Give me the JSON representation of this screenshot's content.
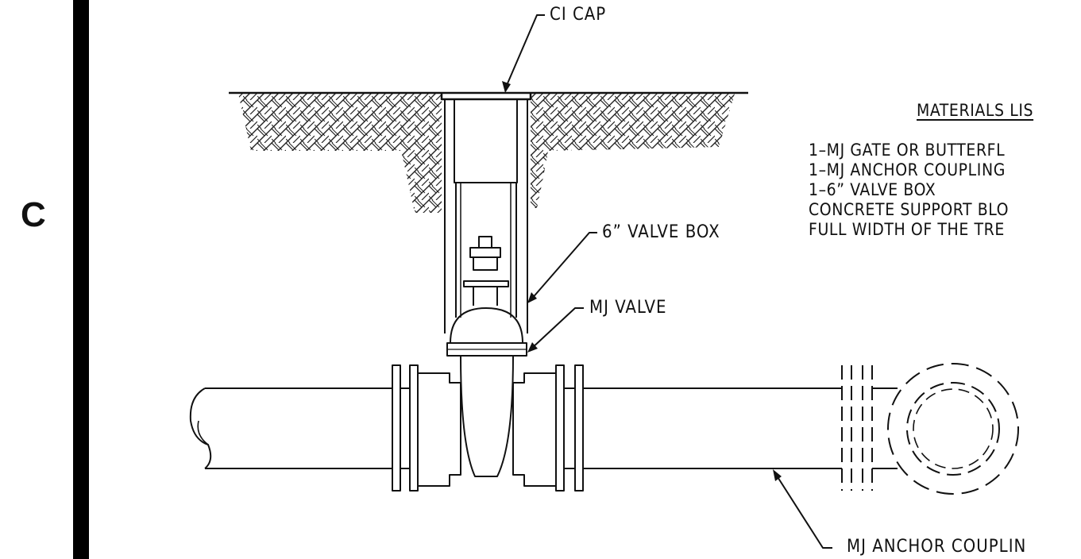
{
  "grid_letter": "C",
  "callouts": {
    "ci_cap": "CI CAP",
    "valve_box": "6” VALVE BOX",
    "mj_valve": "MJ VALVE",
    "mj_anchor": "MJ ANCHOR COUPLIN"
  },
  "materials": {
    "title": "MATERIALS LIS",
    "items": [
      "1–MJ GATE OR BUTTERFL",
      "1–MJ ANCHOR COUPLING",
      "1–6” VALVE BOX",
      "CONCRETE SUPPORT BLO",
      "FULL WIDTH OF THE TRE"
    ]
  },
  "colors": {
    "line": "#111111",
    "border": "#000000",
    "background": "#ffffff"
  }
}
